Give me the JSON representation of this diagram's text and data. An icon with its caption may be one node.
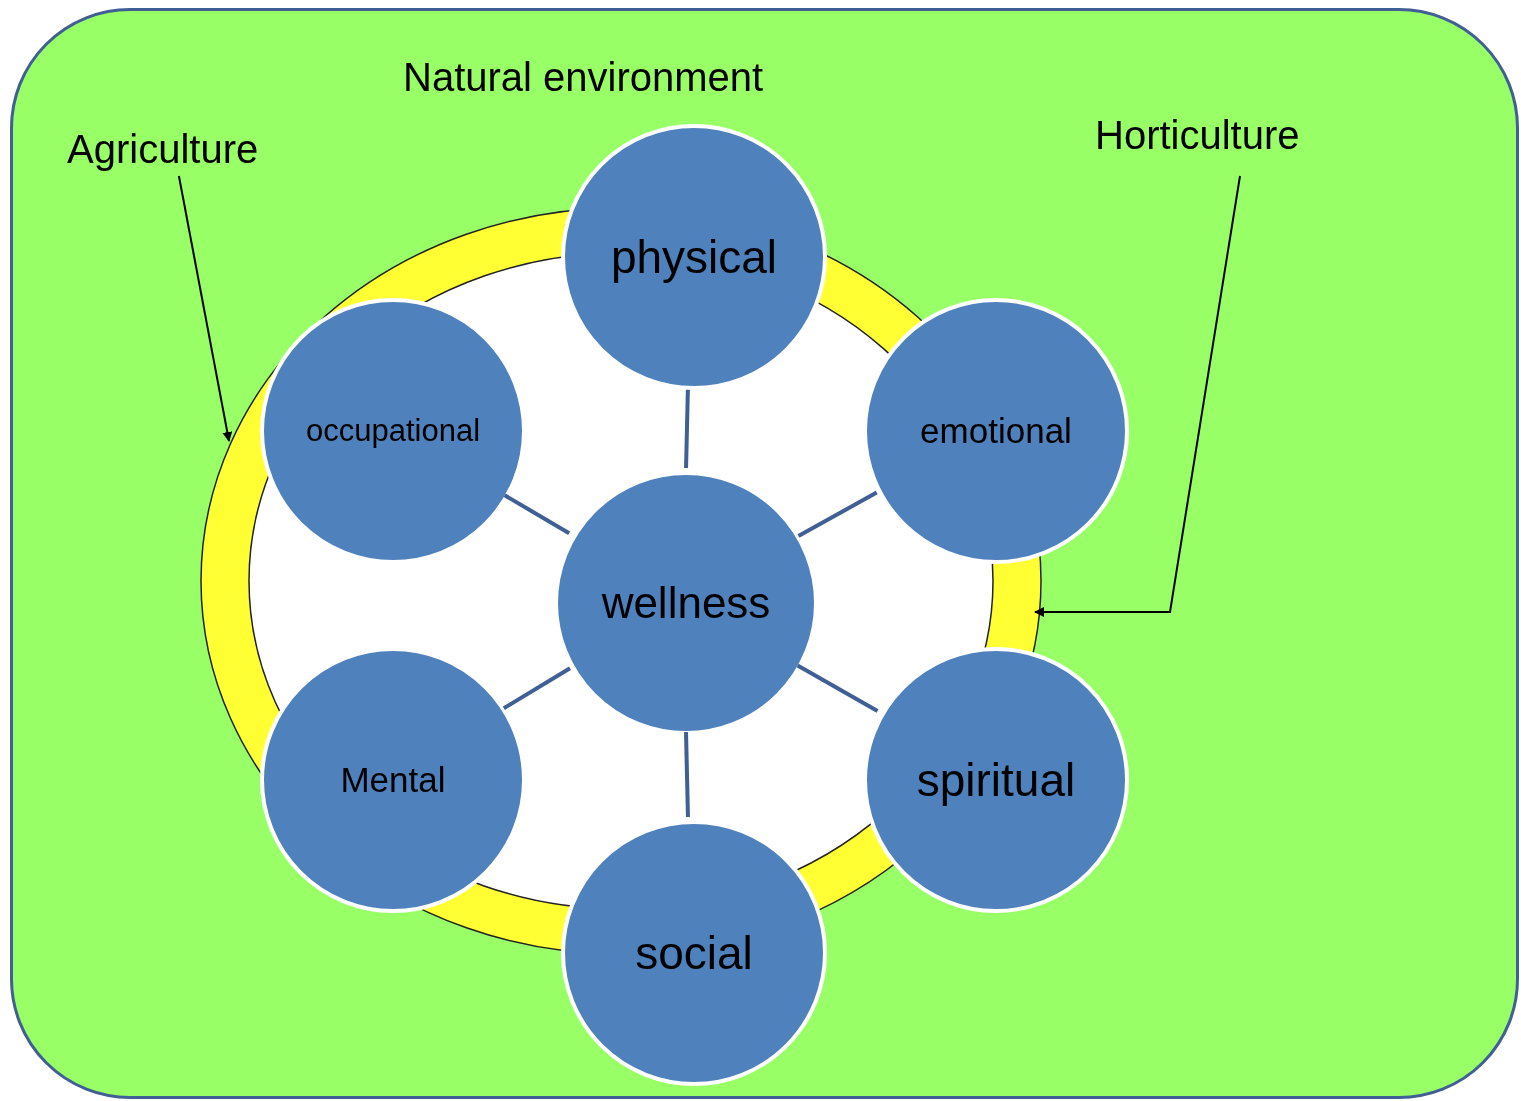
{
  "diagram": {
    "nodes": [
      {
        "text": [
          "Natural environment"
        ]
      },
      {
        "text": [
          "Agriculture"
        ],
        "in": 0
      },
      {
        "text": [
          "Horticulture"
        ],
        "in": 0
      },
      {
        "text": [],
        "shape": "circle",
        "in": 0
      },
      {
        "text": [
          "physical"
        ],
        "in": 0
      },
      {
        "text": [
          "occupational"
        ],
        "in": 3
      },
      {
        "text": [
          "emotional"
        ],
        "in": 0
      },
      {
        "text": [
          "wellness"
        ],
        "in": 3
      },
      {
        "text": [
          "Mental"
        ],
        "in": 3
      },
      {
        "text": [
          "spiritual"
        ],
        "in": 0
      },
      {
        "text": [
          "social"
        ],
        "in": 0
      }
    ],
    "edges": [
      {
        "from": 1,
        "to": 3,
        "arrow": "to",
        "color": "#000000"
      },
      {
        "from": 2,
        "to": 3,
        "arrow": "to",
        "color": "#000000"
      },
      {
        "from": 7,
        "to": 4,
        "arrow": "none"
      },
      {
        "from": 7,
        "to": 5,
        "arrow": "none"
      },
      {
        "from": 7,
        "to": 6,
        "arrow": "none"
      },
      {
        "from": 7,
        "to": 8,
        "arrow": "none"
      },
      {
        "from": 7,
        "to": 9,
        "arrow": "none"
      },
      {
        "from": 7,
        "to": 10,
        "arrow": "none"
      }
    ]
  }
}
